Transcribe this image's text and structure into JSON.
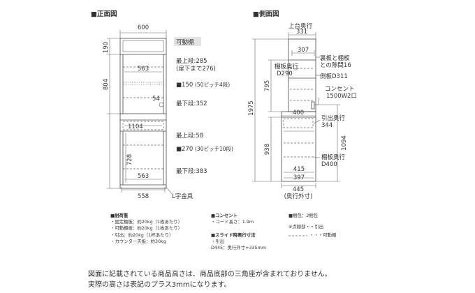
{
  "front": {
    "heading": "■正面図",
    "width_dim": "600",
    "top_height_dim": "190",
    "body_height_dim": "804",
    "movable_shelf_tag": "可動棚",
    "shelf_width": "563",
    "upper_shelf_top": "最上段:285",
    "upper_shelf_top_sub": "(扉下まで276)",
    "upper_pitch": "■150",
    "upper_pitch_sub": "(50ピッチ4段)",
    "outlet_dim": "54",
    "upper_shelf_bottom": "最下段:352",
    "drawer_inner": "1104",
    "lower_height_dim": "728",
    "lower_shelf_top": "最上段:58",
    "lower_pitch": "■270",
    "lower_pitch_sub": "(30ピッチ10段)",
    "lower_shelf_width": "563",
    "lower_shelf_bottom": "最下段:383",
    "base_width": "558",
    "l_bracket": "L字金具"
  },
  "side": {
    "heading": "■側面図",
    "top_depth_label": "上台奥行",
    "top_depth": "331",
    "top_inner": "307",
    "gap_label_1": "裏板と棚板",
    "gap_label_2": "との隙間16",
    "shelf_depth_label": "棚板奥行",
    "shelf_depth": "D290",
    "side_depth": "側板D311",
    "upper_height": "795",
    "total_height": "1975",
    "outlet_label": "コンセント",
    "outlet_spec": "1500W2口",
    "mid_depth": "400",
    "drawer_depth_label": "引出奥行",
    "drawer_depth": "344",
    "lower_total_height": "1094",
    "lower_height": "938",
    "lower_shelf_depth_label": "棚板奥行",
    "lower_shelf_depth": "D400",
    "bottom_inner_1": "415",
    "bottom_inner_2": "397",
    "bottom_total": "445",
    "bottom_total_note": "(奥行外寸)"
  },
  "specs": {
    "load": {
      "title": "■耐荷重",
      "lines": [
        "・固定棚板：約20kg（1枚あたり）",
        "・可動棚板：約20kg（1枚あたり）",
        "・引出：約20kg（1杯あたり）",
        "・カウンター天板：約30kg"
      ]
    },
    "outlet": {
      "title": "■コンセント",
      "lines": [
        "・コード長さ：1.9m"
      ]
    },
    "slide": {
      "title": "■スライド時奥行寸法",
      "lines": [
        "・引出",
        "D445：奥行外寸+335mm"
      ]
    },
    "packages": {
      "text": "■梱包：2梱包"
    },
    "legend": {
      "line_1": "※点線部・・引出",
      "line_2": "・・・可動棚"
    }
  },
  "notes": {
    "line_1": "図面に記載されている商品高さは、商品底部の三角座が含まれておりません。",
    "line_2": "実際の高さは表記のプラス3mmになります。"
  }
}
